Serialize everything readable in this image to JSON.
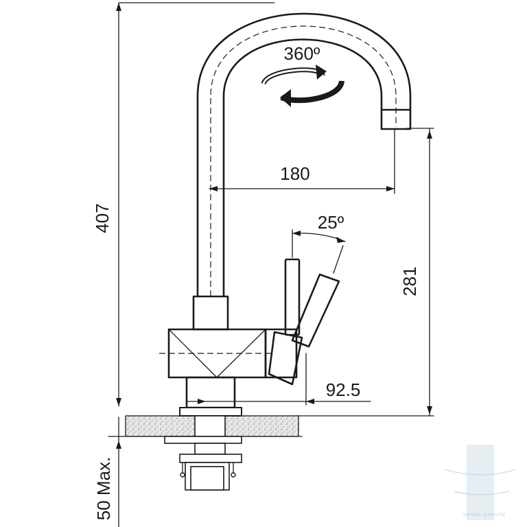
{
  "dimensions": {
    "total_height": "407",
    "spout_reach": "180",
    "spout_height": "281",
    "handle_reach": "92.5",
    "handle_angle": "25º",
    "rotation": "360º",
    "max_counter_thickness": "50 Max."
  },
  "watermark": {
    "text": "vennu paeuile"
  },
  "colors": {
    "line": "#1a1a1a",
    "counter_fill": "#e4e4e4",
    "watermark": "#b9cad6"
  },
  "icons": [
    "rotation-arrow-icon"
  ]
}
